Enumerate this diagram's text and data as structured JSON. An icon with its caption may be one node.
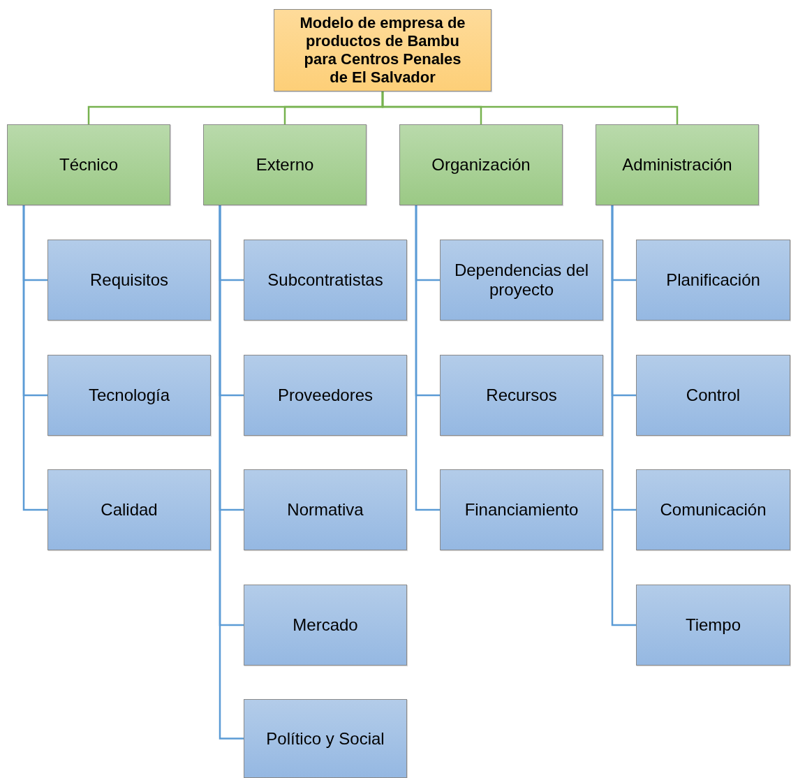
{
  "diagram": {
    "nodes": [
      {
        "text": [
          "Modelo de empresa de productos de Bambu para Centros Penales de El Salvador"
        ]
      },
      {
        "text": [
          "Técnico"
        ]
      },
      {
        "text": [
          "Externo"
        ]
      },
      {
        "text": [
          "Organización"
        ]
      },
      {
        "text": [
          "Administración"
        ]
      },
      {
        "text": [
          "Requisitos"
        ]
      },
      {
        "text": [
          "Tecnología"
        ]
      },
      {
        "text": [
          "Calidad"
        ]
      },
      {
        "text": [
          "Subcontratistas"
        ]
      },
      {
        "text": [
          "Proveedores"
        ]
      },
      {
        "text": [
          "Normativa"
        ]
      },
      {
        "text": [
          "Mercado"
        ]
      },
      {
        "text": [
          "Político y Social"
        ]
      },
      {
        "text": [
          "Dependencias del proyecto"
        ]
      },
      {
        "text": [
          "Recursos"
        ]
      },
      {
        "text": [
          "Financiamiento"
        ]
      },
      {
        "text": [
          "Planificación"
        ]
      },
      {
        "text": [
          "Control"
        ]
      },
      {
        "text": [
          "Comunicación"
        ]
      },
      {
        "text": [
          "Tiempo"
        ]
      }
    ],
    "edges": [
      {
        "from": 0,
        "to": 1,
        "arrow": "none",
        "color": "#77b24f"
      },
      {
        "from": 0,
        "to": 2,
        "arrow": "none",
        "color": "#77b24f"
      },
      {
        "from": 0,
        "to": 3,
        "arrow": "none",
        "color": "#77b24f"
      },
      {
        "from": 0,
        "to": 4,
        "arrow": "none",
        "color": "#77b24f"
      },
      {
        "from": 1,
        "to": 5,
        "arrow": "none"
      },
      {
        "from": 1,
        "to": 6,
        "arrow": "none"
      },
      {
        "from": 1,
        "to": 7,
        "arrow": "none"
      },
      {
        "from": 2,
        "to": 8,
        "arrow": "none"
      },
      {
        "from": 2,
        "to": 9,
        "arrow": "none"
      },
      {
        "from": 2,
        "to": 10,
        "arrow": "none"
      },
      {
        "from": 2,
        "to": 11,
        "arrow": "none"
      },
      {
        "from": 2,
        "to": 12,
        "arrow": "none"
      },
      {
        "from": 3,
        "to": 13,
        "arrow": "none"
      },
      {
        "from": 3,
        "to": 14,
        "arrow": "none"
      },
      {
        "from": 3,
        "to": 15,
        "arrow": "none"
      },
      {
        "from": 4,
        "to": 16,
        "arrow": "none"
      },
      {
        "from": 4,
        "to": 17,
        "arrow": "none"
      },
      {
        "from": 4,
        "to": 18,
        "arrow": "none"
      },
      {
        "from": 4,
        "to": 19,
        "arrow": "none"
      }
    ]
  }
}
